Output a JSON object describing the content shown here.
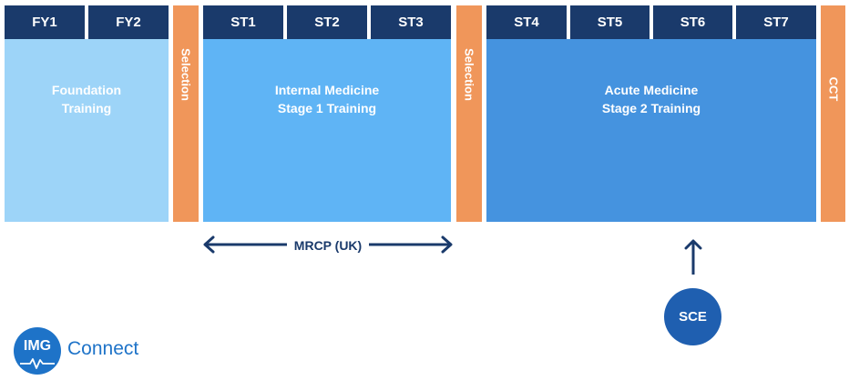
{
  "foundation": {
    "years": [
      "FY1",
      "FY2"
    ],
    "label_line1": "Foundation",
    "label_line2": "Training",
    "color": "#9dd4f8"
  },
  "selection_1": {
    "label": "Selection"
  },
  "stage1": {
    "years": [
      "ST1",
      "ST2",
      "ST3"
    ],
    "label_line1": "Internal Medicine",
    "label_line2": "Stage 1 Training",
    "color": "#5fb4f5"
  },
  "selection_2": {
    "label": "Selection"
  },
  "stage2": {
    "years": [
      "ST4",
      "ST5",
      "ST6",
      "ST7"
    ],
    "label_line1": "Acute Medicine",
    "label_line2": "Stage 2 Training",
    "color": "#4593df"
  },
  "cct": {
    "label": "CCT"
  },
  "exams": {
    "mrcp": "MRCP (UK)",
    "sce": "SCE"
  },
  "logo": {
    "badge": "IMG",
    "word": "Connect"
  },
  "colors": {
    "year_header": "#1a3a6b",
    "selection_bar": "#f0965a",
    "arrow": "#1a3a6b",
    "sce_circle": "#1f5fb0",
    "logo_blue": "#1e73c8"
  }
}
